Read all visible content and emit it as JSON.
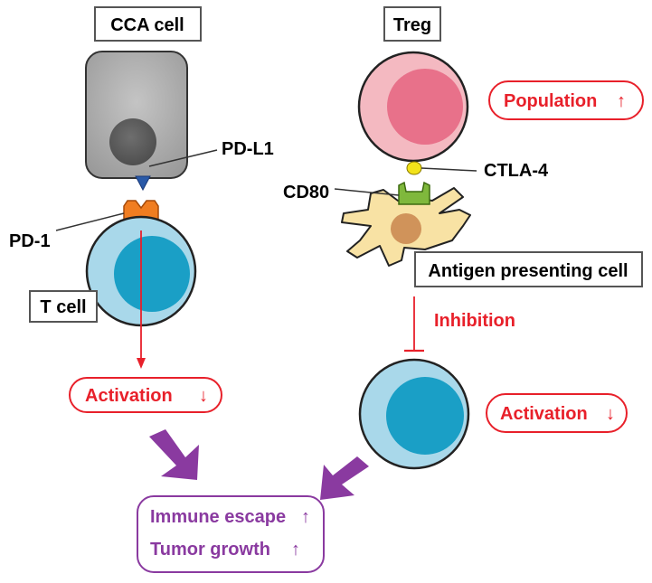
{
  "labels": {
    "cca_cell": "CCA cell",
    "treg": "Treg",
    "pd_l1": "PD-L1",
    "pd_1": "PD-1",
    "t_cell": "T cell",
    "ctla_4": "CTLA-4",
    "cd80": "CD80",
    "antigen_presenting_cell": "Antigen presenting cell",
    "inhibition": "Inhibition",
    "activation_left": "Activation",
    "activation_right": "Activation",
    "population": "Population",
    "immune_escape": "Immune escape",
    "tumor_growth": "Tumor growth"
  },
  "arrows": {
    "activation_left": "↓",
    "activation_right": "↓",
    "population": "↑",
    "immune_escape": "↑",
    "tumor_growth": "↑"
  },
  "colors": {
    "red": "#e8202a",
    "purple": "#8a3aa0",
    "cca_gray": "#a6a6a6",
    "tcell_blue": "#1a9fc6",
    "tcell_light": "#a9d8ea",
    "treg_pink": "#f4b9c1",
    "treg_nucleus": "#e8718a",
    "pd1_orange": "#f07d21",
    "cd80_green": "#7fb83c",
    "ctla4_yellow": "#f2e21a",
    "apc_yellow": "#f8e2a4"
  }
}
